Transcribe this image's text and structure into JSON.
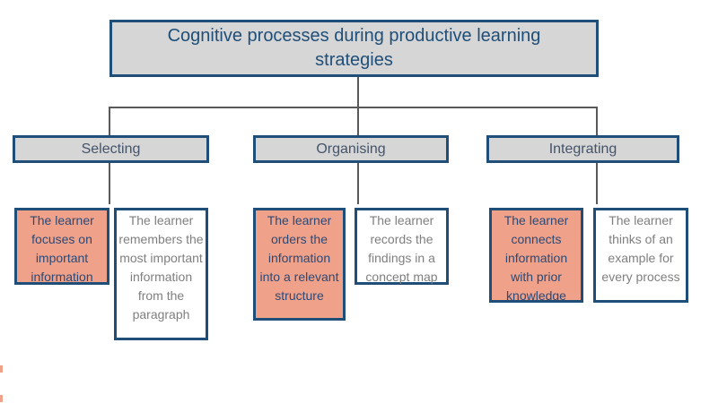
{
  "title": {
    "label": "Cognitive processes during productive learning strategies"
  },
  "branches": [
    {
      "label": "Selecting",
      "leaves": [
        {
          "text": "The learner focuses on important information",
          "highlight": true
        },
        {
          "text": "The learner remembers the most important information from the paragraph",
          "highlight": false
        }
      ]
    },
    {
      "label": "Organising",
      "leaves": [
        {
          "text": "The learner orders the information into a relevant structure",
          "highlight": true
        },
        {
          "text": "The learner records the findings in a concept map",
          "highlight": false
        }
      ]
    },
    {
      "label": "Integrating",
      "leaves": [
        {
          "text": "The learner connects information with prior knowledge",
          "highlight": true
        },
        {
          "text": "The learner thinks of an example for every process",
          "highlight": false
        }
      ]
    }
  ],
  "colors": {
    "border_navy": "#1f4e79",
    "box_fill_gray": "#d6d6d6",
    "title_text": "#1f4e79",
    "branch_text": "#44546a",
    "salmon_fill": "#f0a189",
    "salmon_text": "#2b4a78",
    "white_box_text": "#7f7f7f",
    "connector": "#595959",
    "page_bg": "#ffffff"
  }
}
